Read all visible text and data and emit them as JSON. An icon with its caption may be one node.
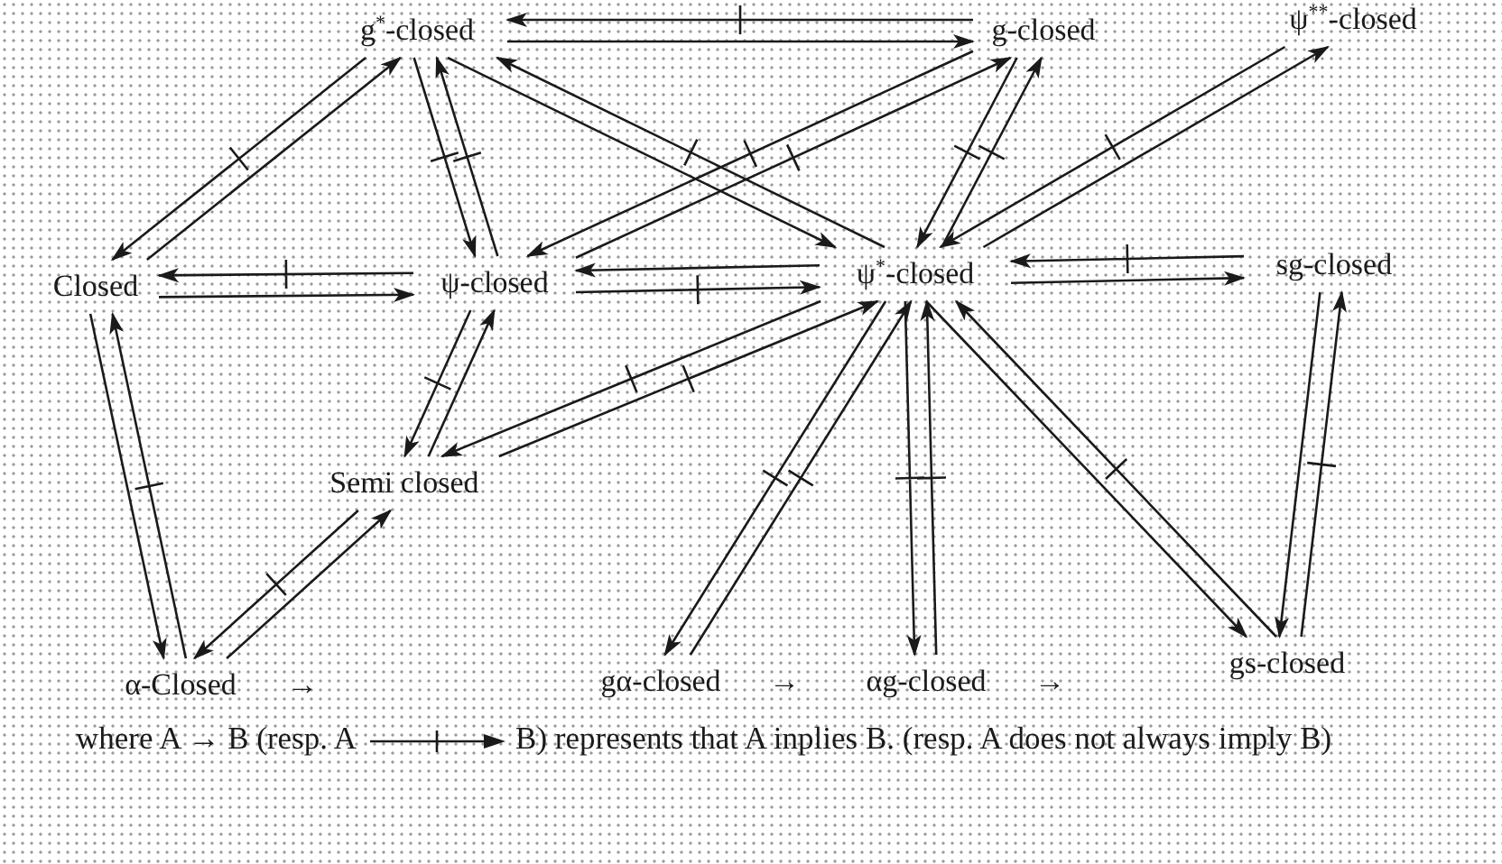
{
  "diagram": {
    "nodes": [
      {
        "text": [
          "g$^{*}$-closed"
        ]
      },
      {
        "text": [
          "g-closed"
        ]
      },
      {
        "text": [
          "ψ$^{**}$-closed"
        ]
      },
      {
        "text": [
          "Closed"
        ]
      },
      {
        "text": [
          "ψ-closed"
        ]
      },
      {
        "text": [
          "ψ$^{*}$-closed"
        ]
      },
      {
        "text": [
          "sg-closed"
        ]
      },
      {
        "text": [
          "Semi closed"
        ]
      },
      {
        "text": [
          "α-Closed"
        ],
        "beside": [
          "→"
        ]
      },
      {
        "text": [
          "gα-closed"
        ],
        "beside": [
          "→"
        ]
      },
      {
        "text": [
          "αg-closed"
        ],
        "beside": [
          "→"
        ]
      },
      {
        "text": [
          "gs-closed"
        ]
      }
    ],
    "edges": [
      {
        "from": 3,
        "to": 0,
        "arrow": "to"
      },
      {
        "from": 0,
        "to": 3,
        "arrow": "to"
      },
      {
        "from": 4,
        "to": 0,
        "arrow": "to"
      },
      {
        "from": 0,
        "to": 4,
        "arrow": "to"
      },
      {
        "from": 4,
        "to": 3,
        "arrow": "to"
      },
      {
        "from": 3,
        "to": 4,
        "arrow": "to"
      },
      {
        "from": 4,
        "to": 7,
        "arrow": "to"
      },
      {
        "from": 7,
        "to": 4,
        "arrow": "to"
      },
      {
        "from": 3,
        "to": 8,
        "arrow": "to"
      },
      {
        "from": 8,
        "to": 3,
        "arrow": "to"
      },
      {
        "from": 7,
        "to": 8,
        "arrow": "to"
      },
      {
        "from": 8,
        "to": 7,
        "arrow": "to"
      },
      {
        "from": 1,
        "to": 0,
        "arrow": "to"
      },
      {
        "from": 0,
        "to": 1,
        "arrow": "to"
      },
      {
        "from": 0,
        "to": 5,
        "arrow": "to"
      },
      {
        "from": 5,
        "to": 0,
        "arrow": "to"
      },
      {
        "from": 4,
        "to": 1,
        "arrow": "to"
      },
      {
        "from": 1,
        "to": 4,
        "arrow": "to"
      },
      {
        "from": 1,
        "to": 5,
        "arrow": "to"
      },
      {
        "from": 5,
        "to": 1,
        "arrow": "to"
      },
      {
        "from": 5,
        "to": 2,
        "arrow": "to"
      },
      {
        "from": 2,
        "to": 5,
        "arrow": "to"
      },
      {
        "from": 4,
        "to": 5,
        "arrow": "to"
      },
      {
        "from": 5,
        "to": 4,
        "arrow": "to"
      },
      {
        "from": 6,
        "to": 5,
        "arrow": "to"
      },
      {
        "from": 5,
        "to": 6,
        "arrow": "to"
      },
      {
        "from": 7,
        "to": 5,
        "arrow": "to"
      },
      {
        "from": 5,
        "to": 7,
        "arrow": "to"
      },
      {
        "from": 9,
        "to": 5,
        "arrow": "to"
      },
      {
        "from": 5,
        "to": 9,
        "arrow": "to"
      },
      {
        "from": 5,
        "to": 10,
        "arrow": "to"
      },
      {
        "from": 10,
        "to": 5,
        "arrow": "to"
      },
      {
        "from": 11,
        "to": 5,
        "arrow": "to"
      },
      {
        "from": 5,
        "to": 11,
        "arrow": "to"
      },
      {
        "from": 6,
        "to": 11,
        "arrow": "to"
      },
      {
        "from": 11,
        "to": 6,
        "arrow": "to"
      }
    ],
    "labels": [
      "where A → B (resp. A",
      "B) represents that A inplies B.  (resp. A does not always imply B)"
    ]
  }
}
